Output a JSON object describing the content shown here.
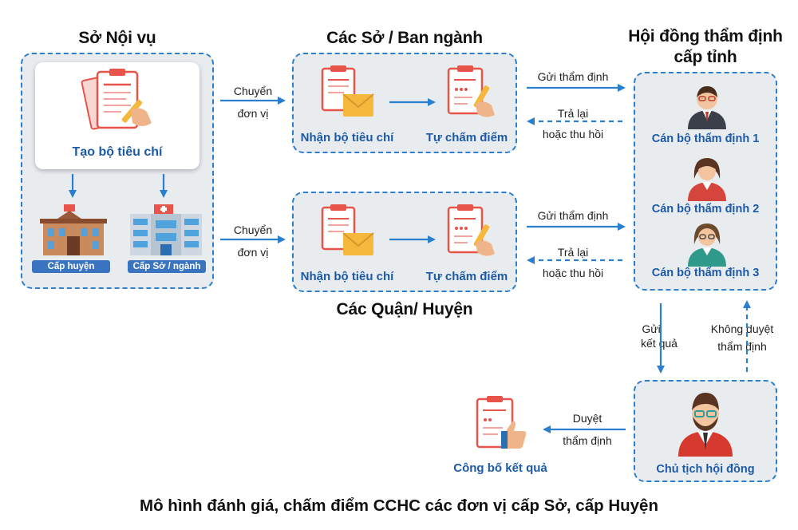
{
  "titles": {
    "so_noi_vu": "Sở Nội vụ",
    "cac_so": "Các Sở / Ban ngành",
    "hoi_dong_1": "Hội đồng thẩm định",
    "hoi_dong_2": "cấp tỉnh",
    "quan_huyen": "Các Quận/ Huyện"
  },
  "left_panel": {
    "create_label": "Tạo bộ tiêu chí",
    "cap_huyen": "Cấp huyện",
    "cap_so": "Cấp Sở / ngành"
  },
  "flows": {
    "chuyen_1": "Chuyển",
    "chuyen_2": "đơn vị",
    "gui_td": "Gửi thẩm định",
    "tra_lai_1": "Trả lại",
    "tra_lai_2": "hoặc thu hồi",
    "gui_kq_1": "Gửi",
    "gui_kq_2": "kết quả",
    "khong_duyet_1": "Không duyệt",
    "khong_duyet_2": "thẩm định",
    "duyet_1": "Duyệt",
    "duyet_2": "thẩm định"
  },
  "steps": {
    "nhan": "Nhận bộ tiêu chí",
    "tu_cham": "Tự chấm điểm"
  },
  "council": {
    "member_1": "Cán bộ thẩm định 1",
    "member_2": "Cán bộ thẩm định 2",
    "member_3": "Cán bộ thẩm định 3",
    "chair": "Chủ tịch hội đồng"
  },
  "result": "Công bố kết quả",
  "caption": "Mô hình đánh giá, chấm điểm CCHC các đơn vị cấp Sở, cấp Huyện",
  "colors": {
    "accent_blue": "#2a7fcf",
    "label_blue": "#1c5aa8",
    "panel_bg": "#e9ecef",
    "doc_red": "#e8534a",
    "envelope": "#f5b83c"
  }
}
